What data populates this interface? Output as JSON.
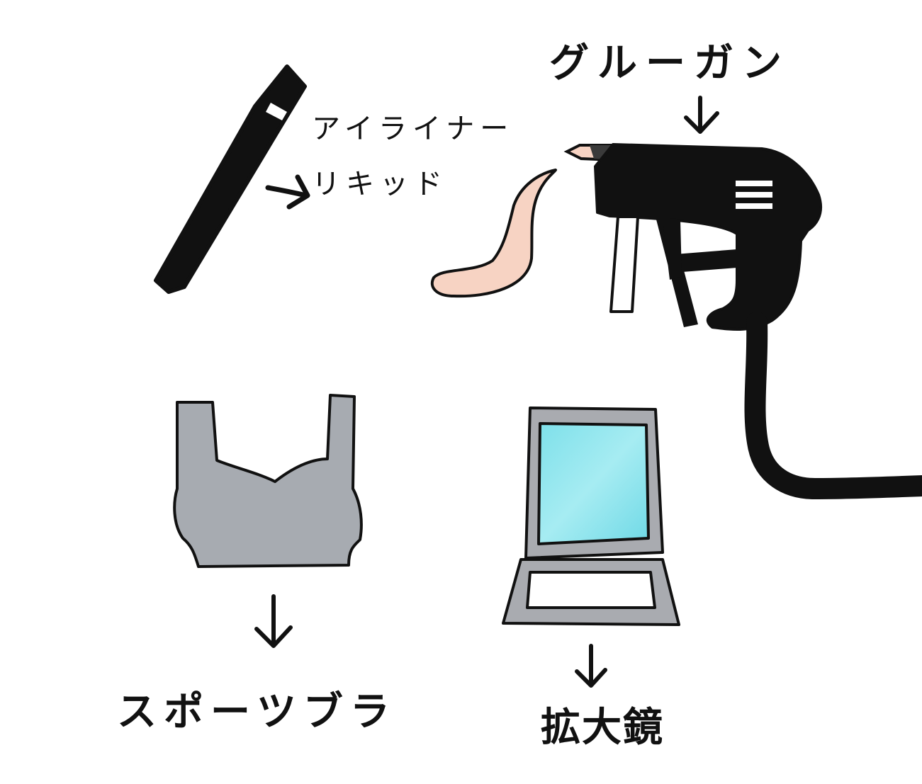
{
  "labels": {
    "glue_gun": "グルーガン",
    "eyeliner_line1": "アイライナー",
    "eyeliner_line2": "リキッド",
    "sports_bra": "スポーツブラ",
    "magnifier": "拡大鏡"
  },
  "items": [
    {
      "name": "eyeliner-liquid",
      "icon": "eyeliner-pen-icon"
    },
    {
      "name": "glue-gun",
      "icon": "glue-gun-icon"
    },
    {
      "name": "sports-bra",
      "icon": "sports-bra-icon"
    },
    {
      "name": "magnifying-mirror",
      "icon": "magnifying-mirror-icon"
    }
  ],
  "colors": {
    "ink": "#111111",
    "glue_stick": "#f7d3c3",
    "bra_gray": "#a7abb1",
    "mirror_frame": "#a9abb0",
    "mirror_glass": "#8fe3ec"
  }
}
